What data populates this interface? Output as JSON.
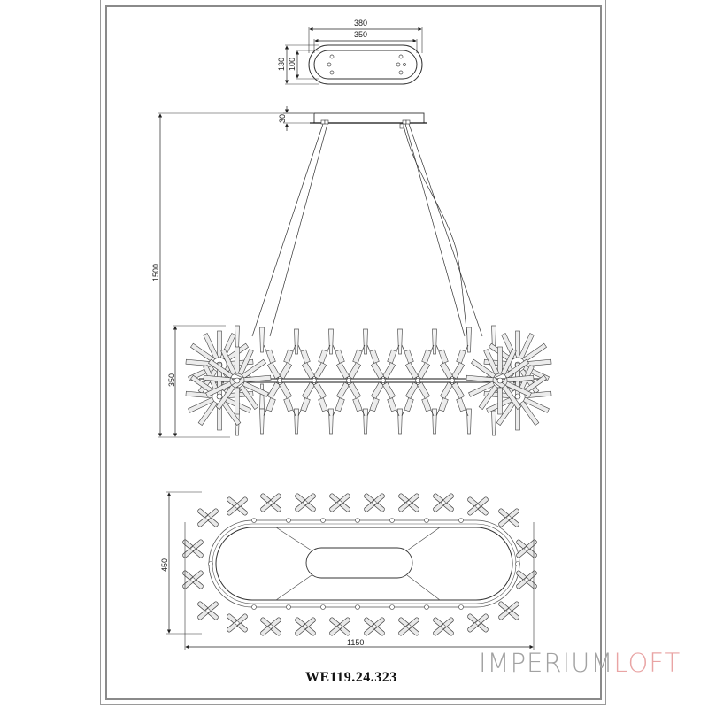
{
  "drawing": {
    "model_code": "WE119.24.323",
    "watermark": {
      "part1": "IMPERIUM",
      "part2": "LOFT",
      "colors": {
        "part1": "#a2a2a2",
        "part2": "#e9a4a4"
      }
    },
    "canopy_view": {
      "dimensions": {
        "outer_width": "380",
        "inner_width": "350",
        "outer_height": "130",
        "inner_height": "100"
      }
    },
    "side_view": {
      "dimensions": {
        "canopy_height": "30",
        "total_height": "1500",
        "body_height": "350"
      }
    },
    "top_view": {
      "dimensions": {
        "depth": "450",
        "length": "1150"
      }
    }
  }
}
